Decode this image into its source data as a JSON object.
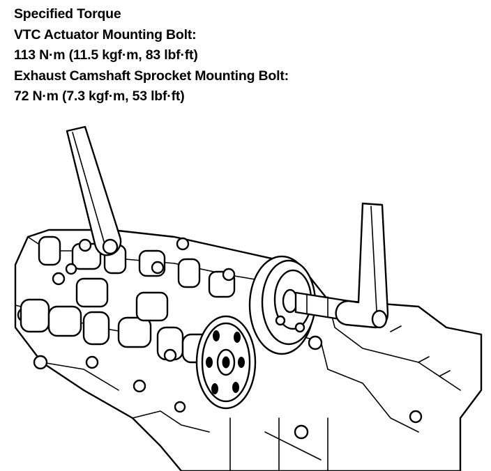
{
  "spec": {
    "heading": "Specified Torque",
    "vtc_label": "VTC Actuator Mounting Bolt:",
    "vtc_value": "113 N·m (11.5 kgf·m, 83 lbf·ft)",
    "exhaust_label": "Exhaust Camshaft Sprocket Mounting Bolt:",
    "exhaust_value": "72 N·m (7.3 kgf·m, 53 lbf·ft)"
  },
  "colors": {
    "ink": "#000000",
    "paper": "#ffffff"
  },
  "icons": [
    "torque-wrench-icon",
    "holding-tool-icon",
    "vtc-actuator-icon",
    "camshaft-sprocket-icon"
  ]
}
